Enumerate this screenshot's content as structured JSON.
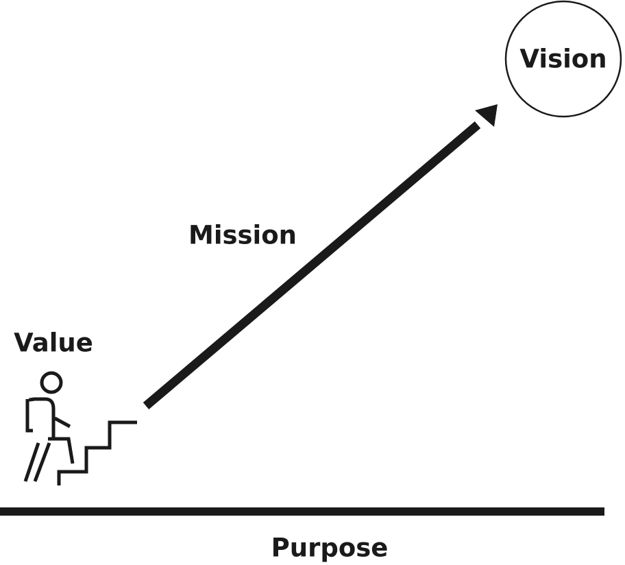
{
  "diagram": {
    "vision_label": "Vision",
    "mission_label": "Mission",
    "value_label": "Value",
    "purpose_label": "Purpose"
  },
  "colors": {
    "ink": "#1a1a1a",
    "background": "#ffffff"
  },
  "icons": {
    "figure": "person-climbing-stairs-icon",
    "steps": "staircase-icon",
    "arrow": "diagonal-arrow"
  }
}
